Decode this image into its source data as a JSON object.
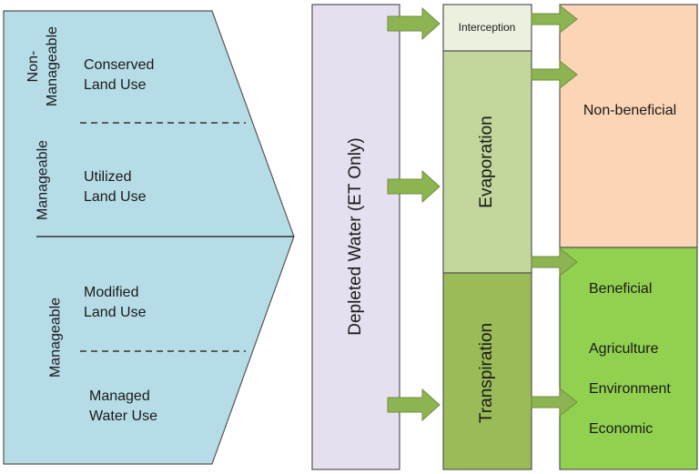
{
  "colors": {
    "left_panel": "#b6dde7",
    "depleted_box": "#e5dfef",
    "interception_box": "#ebf1de",
    "evaporation_box": "#c3d69b",
    "transpiration_box": "#9bbb59",
    "nonbeneficial_box": "#fbd5b5",
    "beneficial_box": "#92d050",
    "arrow": "#8db452",
    "outline": "#555555"
  },
  "left_panel": {
    "non_manageable_label": "Non-\nManageable",
    "manageable_upper_label": "Manageable",
    "manageable_lower_label": "Manageable",
    "rows": [
      "Conserved\nLand Use",
      "Utilized\nLand Use",
      "Modified\nLand Use",
      "Managed\nWater Use"
    ]
  },
  "depleted_water_label": "Depleted Water (ET Only)",
  "interception_label": "Interception",
  "evaporation_label": "Evaporation",
  "transpiration_label": "Transpiration",
  "non_beneficial_label": "Non-beneficial",
  "beneficial": {
    "title": "Beneficial",
    "items": [
      "Agriculture",
      "Environment",
      "Economic"
    ]
  }
}
